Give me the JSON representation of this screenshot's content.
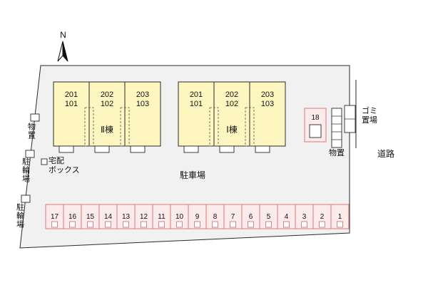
{
  "north": {
    "label": "N"
  },
  "buildings": [
    {
      "name": "Ⅱ棟",
      "units": [
        {
          "upper": "201",
          "lower": "101"
        },
        {
          "upper": "202",
          "lower": "102"
        },
        {
          "upper": "203",
          "lower": "103"
        }
      ]
    },
    {
      "name": "Ⅰ棟",
      "units": [
        {
          "upper": "201",
          "lower": "101"
        },
        {
          "upper": "202",
          "lower": "102"
        },
        {
          "upper": "203",
          "lower": "103"
        }
      ]
    }
  ],
  "labels": {
    "storage_left": "物置",
    "bicycle_parking_upper": "駐輪場",
    "bicycle_parking_lower": "駐輪場",
    "delivery_box": [
      "宅配",
      "ボックス"
    ],
    "parking_lot": "駐車場",
    "storage_right": "物置",
    "garbage_area": [
      "ゴミ",
      "置場"
    ],
    "road": "道路"
  },
  "parking": {
    "stall_18": "18",
    "stalls": [
      "17",
      "16",
      "15",
      "14",
      "13",
      "12",
      "11",
      "10",
      "9",
      "8",
      "7",
      "6",
      "5",
      "4",
      "3",
      "2",
      "1"
    ]
  },
  "colors": {
    "site_fill": "#f1f1f1",
    "building_fill": "#fdf6c0",
    "stall_fill": "#fcebeb",
    "stall_stroke": "#d87a7a",
    "outline": "#2a2a2a"
  }
}
